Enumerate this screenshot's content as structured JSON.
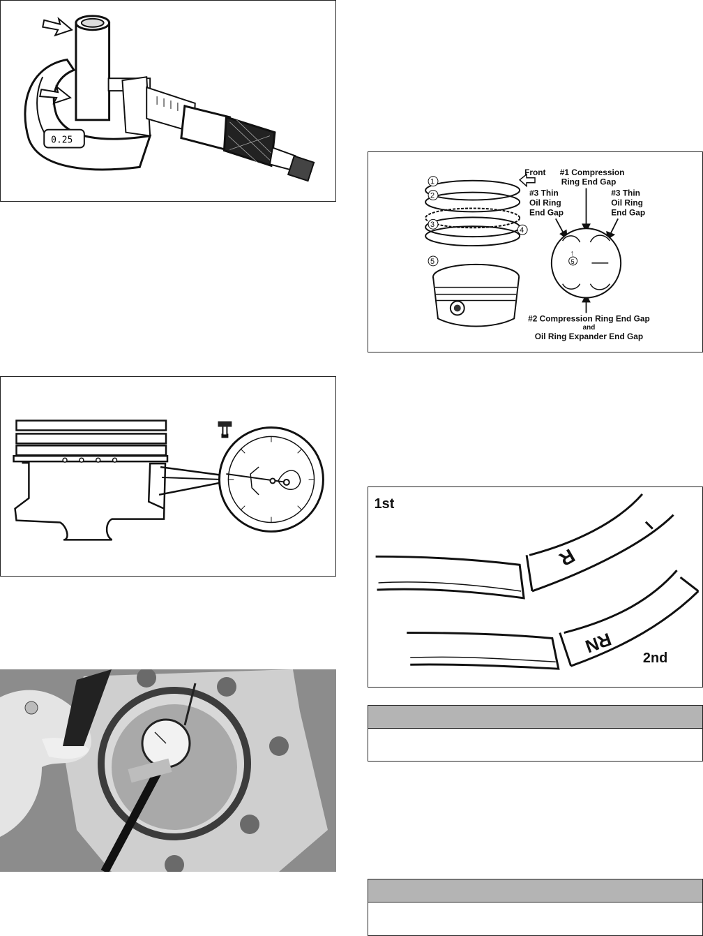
{
  "figures": {
    "micrometer": {
      "display_reading": "0.25"
    },
    "ring_gaps": {
      "callouts": [
        "1",
        "2",
        "3",
        "4",
        "5"
      ],
      "front_label": "Front",
      "comp1_line1": "#1 Compression",
      "comp1_line2": "Ring End Gap",
      "thin_left_line1": "#3 Thin",
      "thin_left_line2": "Oil Ring",
      "thin_left_line3": "End Gap",
      "thin_right_line1": "#3 Thin",
      "thin_right_line2": "Oil Ring",
      "thin_right_line3": "End Gap",
      "head_mark": "5",
      "bottom_line1": "#2 Compression Ring End Gap",
      "bottom_line2": "and",
      "bottom_line3": "Oil Ring Expander End Gap"
    },
    "ring_marks": {
      "first_label": "1st",
      "first_mark": "R",
      "second_label": "2nd",
      "second_mark": "RN"
    }
  },
  "notes": [
    {
      "header": "",
      "body": ""
    },
    {
      "header": "",
      "body": ""
    }
  ]
}
